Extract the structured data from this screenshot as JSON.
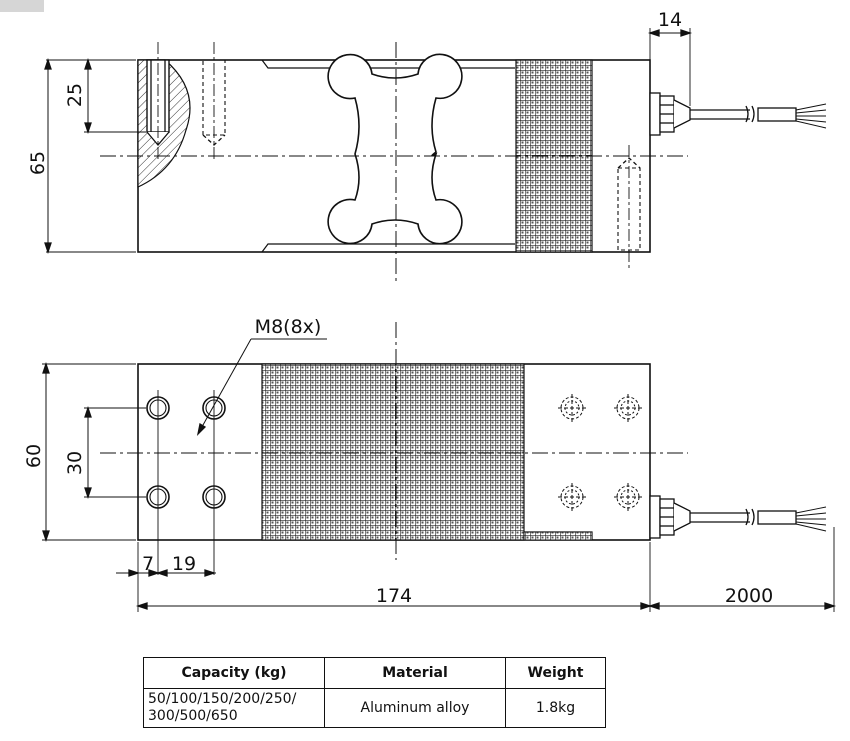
{
  "dimensions": {
    "height_side": "65",
    "hole_depth": "25",
    "cable_gland": "14",
    "width": "60",
    "hole_spacing_y": "30",
    "edge_offset": "7",
    "hole_spacing_x": "19",
    "length": "174",
    "cable_length": "2000"
  },
  "callouts": {
    "thread": "M8(8x)"
  },
  "specs_table": {
    "headers": [
      "Capacity (kg)",
      "Material",
      "Weight"
    ],
    "row": {
      "capacity_line1": "50/100/150/200/250/",
      "capacity_line2": "300/500/650",
      "material": "Aluminum alloy",
      "weight": "1.8kg"
    }
  }
}
